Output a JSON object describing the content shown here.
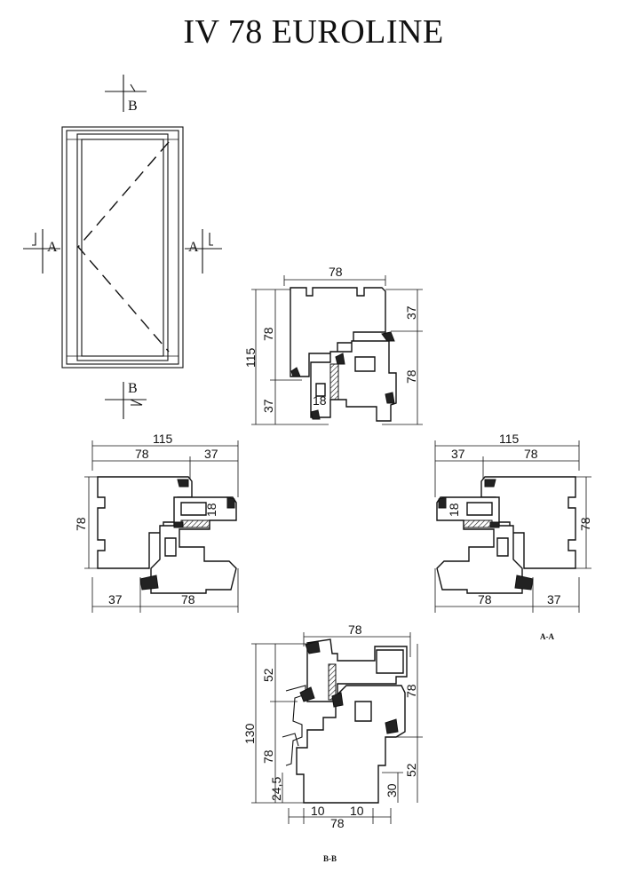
{
  "title": "IV 78 EUROLINE",
  "elevation": {
    "section_marks": {
      "a_left": "A",
      "a_right": "A",
      "b_top": "B",
      "b_bottom": "B"
    }
  },
  "top_section": {
    "dims": {
      "width": "78",
      "total_height": "115",
      "left_upper": "78",
      "left_lower": "37",
      "right_upper": "37",
      "right_lower": "78",
      "glass_rebate": "18"
    }
  },
  "left_section": {
    "dims": {
      "total_width": "115",
      "upper_left": "78",
      "upper_right": "37",
      "height": "78",
      "glass_rebate": "18",
      "lower_left": "37",
      "lower_right": "78"
    }
  },
  "right_section": {
    "dims": {
      "total_width": "115",
      "upper_left": "37",
      "upper_right": "78",
      "height": "78",
      "glass_rebate": "18",
      "lower_left": "78",
      "lower_right": "37"
    }
  },
  "bottom_section": {
    "dims": {
      "width": "78",
      "total_height": "130",
      "left_upper": "52",
      "left_lower": "78",
      "sill_left": "24,5",
      "right_upper": "78",
      "right_lower": "52",
      "sill_right": "30",
      "bottom_left": "10",
      "bottom_mid": "78",
      "bottom_right": "10"
    }
  },
  "captions": {
    "aa": "A-A",
    "bb": "B-B"
  }
}
